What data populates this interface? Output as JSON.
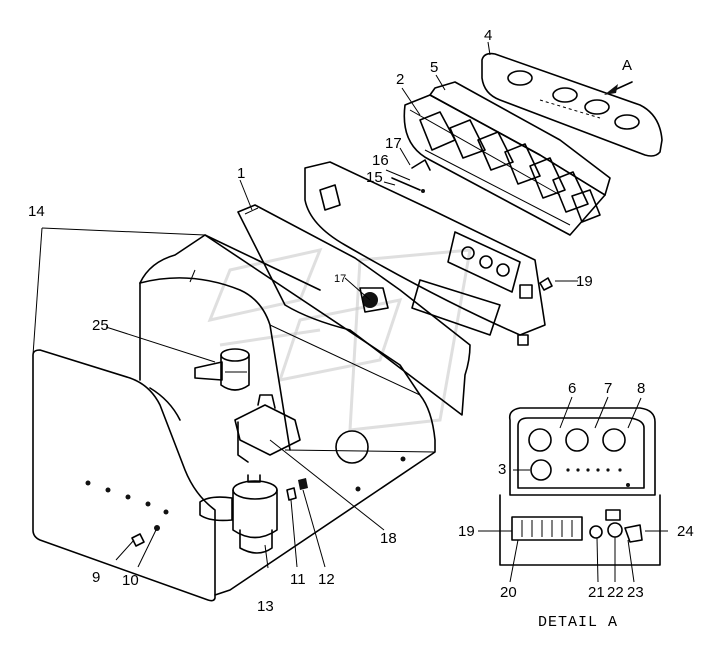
{
  "callouts": [
    {
      "id": "c1",
      "text": "1"
    },
    {
      "id": "c2",
      "text": "2"
    },
    {
      "id": "c3",
      "text": "3"
    },
    {
      "id": "c4",
      "text": "4"
    },
    {
      "id": "c5",
      "text": "5"
    },
    {
      "id": "c6",
      "text": "6"
    },
    {
      "id": "c7",
      "text": "7"
    },
    {
      "id": "c8",
      "text": "8"
    },
    {
      "id": "c9",
      "text": "9"
    },
    {
      "id": "c10",
      "text": "10"
    },
    {
      "id": "c11",
      "text": "11"
    },
    {
      "id": "c12",
      "text": "12"
    },
    {
      "id": "c13",
      "text": "13"
    },
    {
      "id": "c14",
      "text": "14"
    },
    {
      "id": "c15",
      "text": "15"
    },
    {
      "id": "c16",
      "text": "16"
    },
    {
      "id": "c17a",
      "text": "17"
    },
    {
      "id": "c17b",
      "text": "17"
    },
    {
      "id": "c18",
      "text": "18"
    },
    {
      "id": "c19a",
      "text": "19"
    },
    {
      "id": "c19b",
      "text": "19"
    },
    {
      "id": "c20",
      "text": "20"
    },
    {
      "id": "c21",
      "text": "21"
    },
    {
      "id": "c22",
      "text": "22"
    },
    {
      "id": "c23",
      "text": "23"
    },
    {
      "id": "c24",
      "text": "24"
    },
    {
      "id": "c25",
      "text": "25"
    }
  ],
  "view_arrow_label": "A",
  "detail_caption": "DETAIL  A"
}
